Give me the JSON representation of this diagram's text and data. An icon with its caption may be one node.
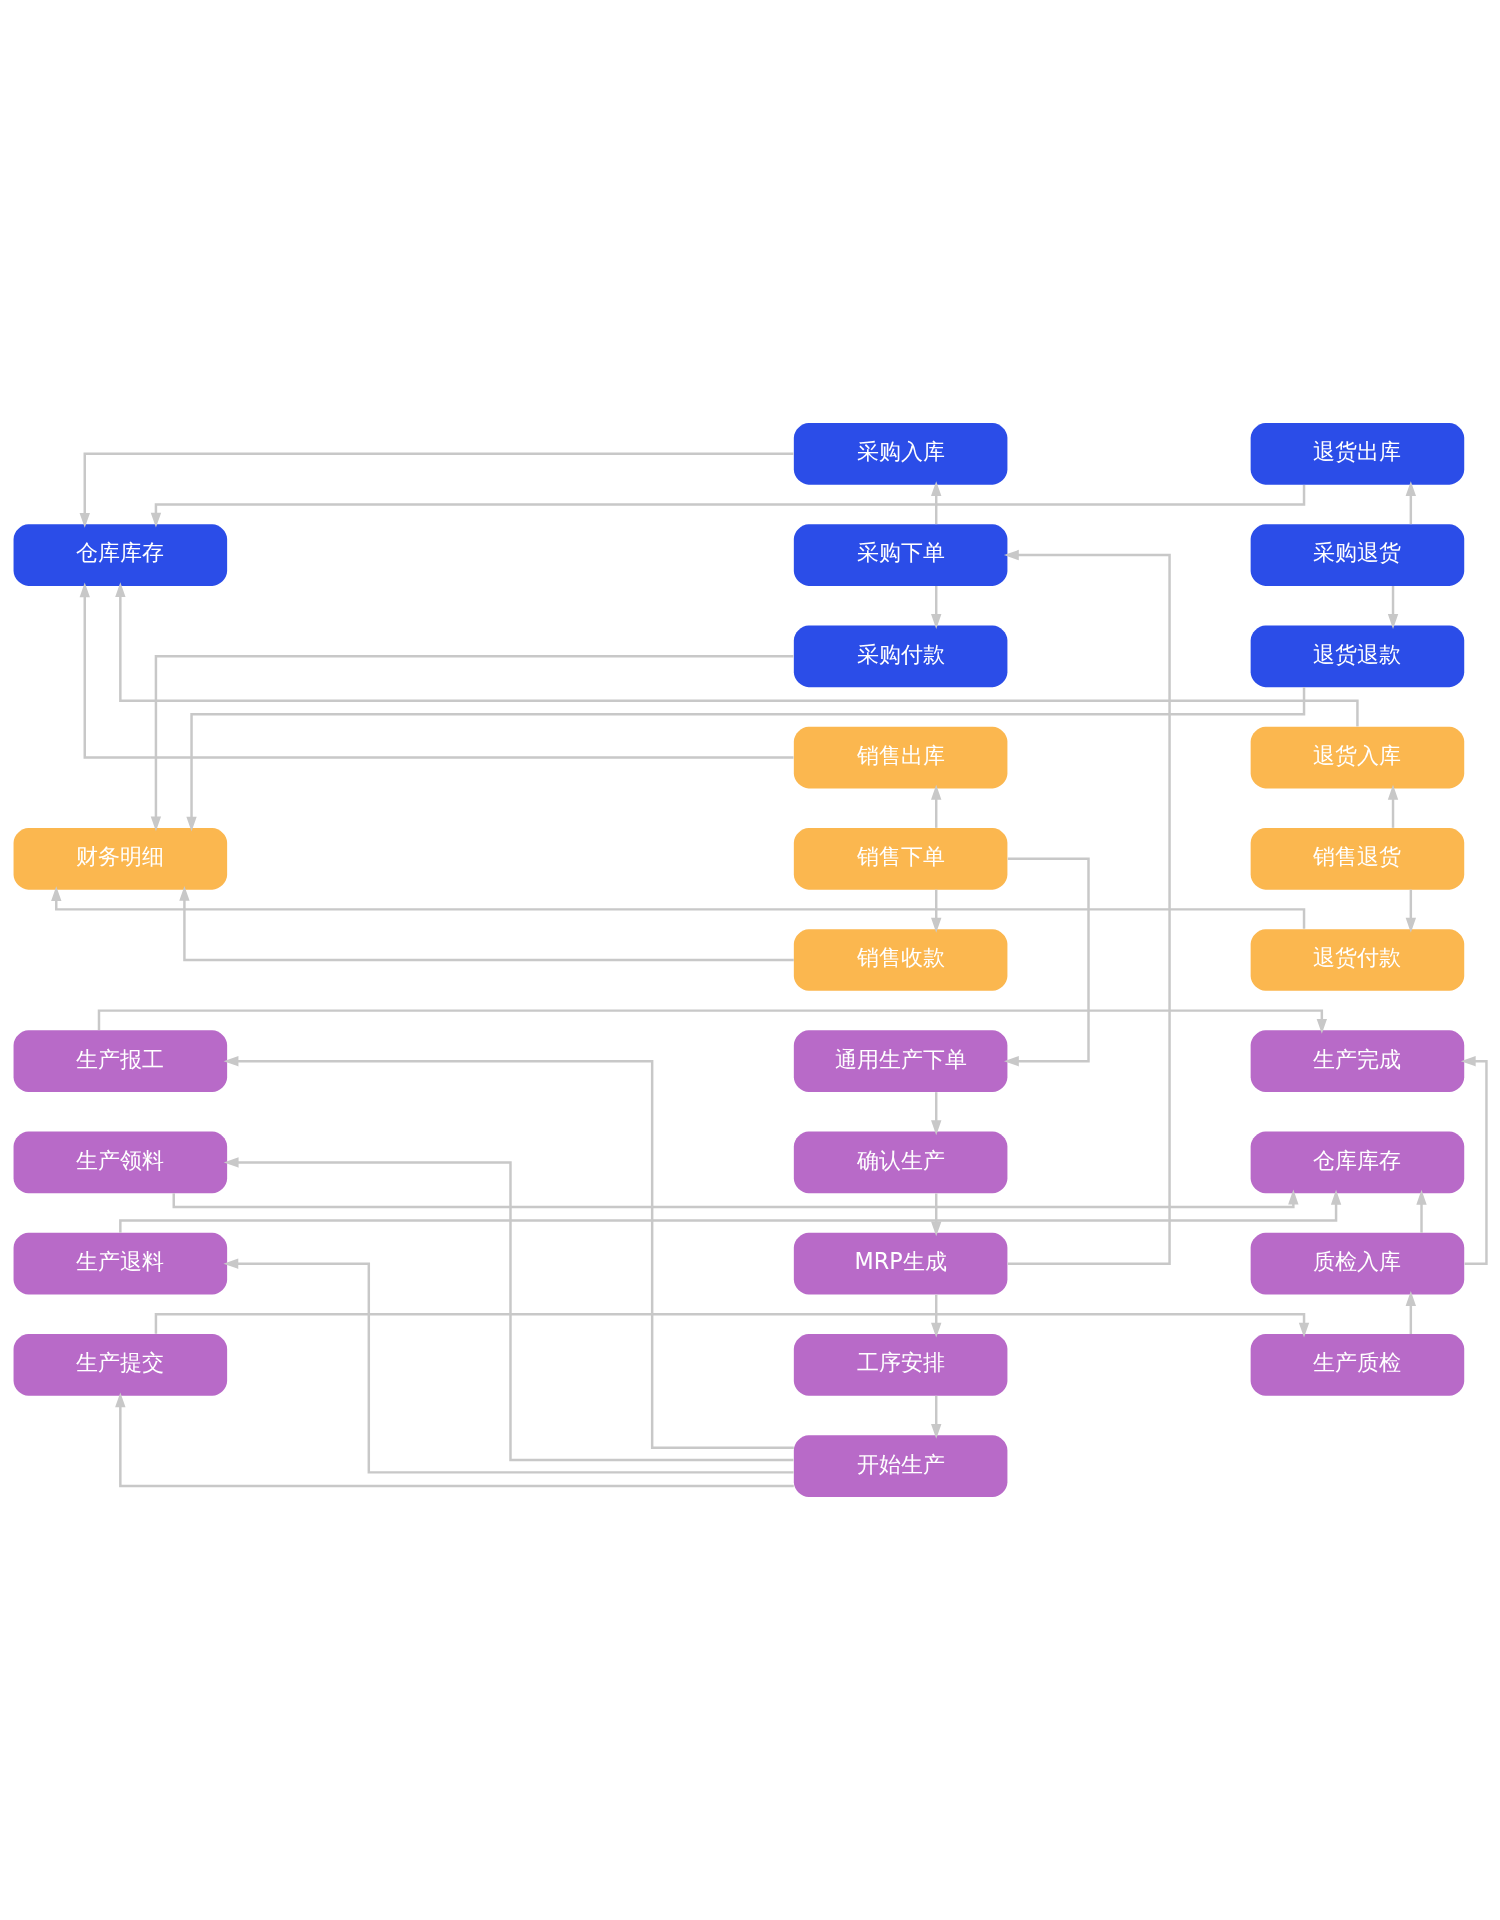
{
  "diagram": {
    "nodes": [
      {
        "text": [
          "采购入库"
        ]
      },
      {
        "text": [
          "仓库库存"
        ]
      },
      {
        "text": [
          "退货出库"
        ]
      },
      {
        "text": [
          "采购下单"
        ]
      },
      {
        "text": [
          "采购退货"
        ]
      },
      {
        "text": [
          "采购付款"
        ]
      },
      {
        "text": [
          "退货退款"
        ]
      },
      {
        "text": [
          "销售出库"
        ]
      },
      {
        "text": [
          "退货入库"
        ]
      },
      {
        "text": [
          "销售下单"
        ]
      },
      {
        "text": [
          "财务明细"
        ]
      },
      {
        "text": [
          "销售退货"
        ]
      },
      {
        "text": [
          "销售收款"
        ]
      },
      {
        "text": [
          "退货付款"
        ]
      },
      {
        "text": [
          "通用生产下单"
        ]
      },
      {
        "text": [
          "生产报工"
        ]
      },
      {
        "text": [
          "生产完成"
        ]
      },
      {
        "text": [
          "确认生产"
        ]
      },
      {
        "text": [
          "生产领料"
        ]
      },
      {
        "text": [
          "仓库库存"
        ]
      },
      {
        "text": [
          "MRP生成"
        ]
      },
      {
        "text": [
          "生产退料"
        ]
      },
      {
        "text": [
          "质检入库"
        ]
      },
      {
        "text": [
          "工序安排"
        ]
      },
      {
        "text": [
          "生产提交"
        ]
      },
      {
        "text": [
          "生产质检"
        ]
      },
      {
        "text": [
          "开始生产"
        ]
      }
    ],
    "edges": [
      {
        "from": 3,
        "to": 0,
        "arrow": "to"
      },
      {
        "from": 3,
        "to": 5,
        "arrow": "to"
      },
      {
        "from": 0,
        "to": 1,
        "arrow": "to"
      },
      {
        "from": 2,
        "to": 1,
        "arrow": "to"
      },
      {
        "from": 4,
        "to": 2,
        "arrow": "to"
      },
      {
        "from": 4,
        "to": 6,
        "arrow": "to"
      },
      {
        "from": 7,
        "to": 1,
        "arrow": "to"
      },
      {
        "from": 8,
        "to": 1,
        "arrow": "to"
      },
      {
        "from": 5,
        "to": 10,
        "arrow": "to"
      },
      {
        "from": 6,
        "to": 10,
        "arrow": "to"
      },
      {
        "from": 9,
        "to": 7,
        "arrow": "to"
      },
      {
        "from": 9,
        "to": 12,
        "arrow": "to"
      },
      {
        "from": 11,
        "to": 8,
        "arrow": "to"
      },
      {
        "from": 11,
        "to": 13,
        "arrow": "to"
      },
      {
        "from": 12,
        "to": 10,
        "arrow": "to"
      },
      {
        "from": 13,
        "to": 10,
        "arrow": "to"
      },
      {
        "from": 9,
        "to": 14,
        "arrow": "to"
      },
      {
        "from": 14,
        "to": 17,
        "arrow": "to"
      },
      {
        "from": 17,
        "to": 20,
        "arrow": "to"
      },
      {
        "from": 20,
        "to": 3,
        "arrow": "to"
      },
      {
        "from": 20,
        "to": 23,
        "arrow": "to"
      },
      {
        "from": 23,
        "to": 26,
        "arrow": "to"
      },
      {
        "from": 26,
        "to": 15,
        "arrow": "to"
      },
      {
        "from": 26,
        "to": 18,
        "arrow": "to"
      },
      {
        "from": 26,
        "to": 21,
        "arrow": "to"
      },
      {
        "from": 26,
        "to": 24,
        "arrow": "to"
      },
      {
        "from": 15,
        "to": 16,
        "arrow": "to"
      },
      {
        "from": 18,
        "to": 19,
        "arrow": "to"
      },
      {
        "from": 21,
        "to": 19,
        "arrow": "to"
      },
      {
        "from": 24,
        "to": 25,
        "arrow": "to"
      },
      {
        "from": 25,
        "to": 22,
        "arrow": "to"
      },
      {
        "from": 22,
        "to": 19,
        "arrow": "to"
      },
      {
        "from": 22,
        "to": 16,
        "arrow": "to"
      }
    ]
  }
}
